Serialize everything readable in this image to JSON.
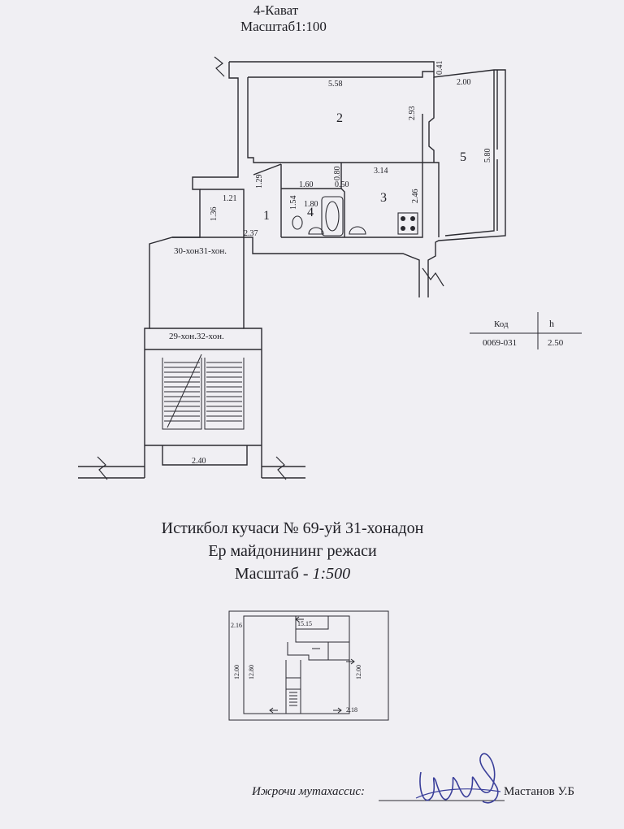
{
  "header": {
    "floor": "4-Кават",
    "scale": "Масштаб1:100"
  },
  "rooms": [
    {
      "id": "1",
      "dims": [
        "1.29",
        "1.21",
        "1.36",
        "2.37"
      ]
    },
    {
      "id": "2",
      "dims": [
        "5.58",
        "2.93"
      ]
    },
    {
      "id": "3",
      "dims": [
        "3.14",
        "2.46"
      ]
    },
    {
      "id": "4",
      "dims": [
        "1.60",
        "1.54",
        "1.80"
      ]
    },
    {
      "id": "5",
      "dims": [
        "2.00",
        "5.80"
      ]
    }
  ],
  "other_dims": [
    "0.41",
    "0.80",
    "0.50",
    "2.40"
  ],
  "landing_labels": [
    "30-хон31-хон.",
    "29-хон.32-хон."
  ],
  "info_table": {
    "headers": [
      "Код",
      "h"
    ],
    "values": [
      "0069-031",
      "2.50"
    ]
  },
  "site_plan": {
    "title_line1": "Истикбол кучаси № 69-уй 31-хонадон",
    "title_line2": "Ер майдонининг режаси",
    "scale_label": "Масштаб - ",
    "scale_value": "1:500",
    "dims": [
      "2.16",
      "15.15",
      "12.00",
      "12.80",
      "12.00",
      "2.18"
    ]
  },
  "signature": {
    "label": "Ижрочи мутахассис:",
    "name": "Мастанов У.Б"
  }
}
